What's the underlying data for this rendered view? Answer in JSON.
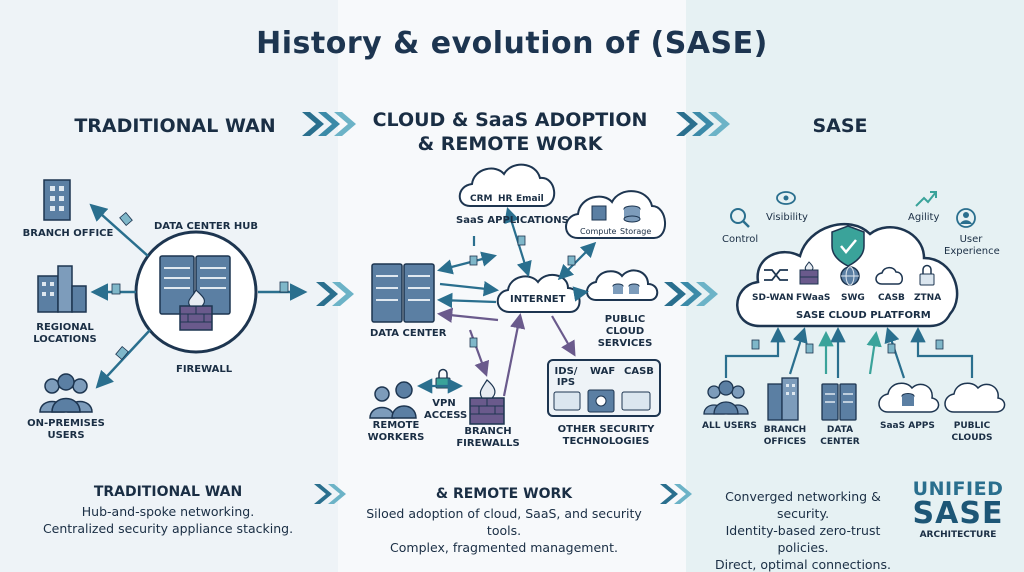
{
  "title": "History & evolution of (SASE)",
  "columns": {
    "left": {
      "title": "TRADITIONAL WAN",
      "hub_label": "DATA CENTER HUB",
      "firewall_label": "FIREWALL",
      "nodes": [
        "BRANCH OFFICE",
        "REGIONAL LOCATIONS",
        "ON-PREMISES USERS"
      ],
      "desc_title": "TRADITIONAL WAN",
      "desc_lines": [
        "Hub-and-spoke networking.",
        "Centralized security appliance stacking."
      ]
    },
    "mid": {
      "title_line1": "CLOUD & SaaS ADOPTION",
      "title_line2": "& REMOTE WORK",
      "saas_apps": [
        "CRM",
        "HR",
        "Email"
      ],
      "saas_label": "SaaS APPLICATIONS",
      "compute_items": [
        "Compute",
        "Storage"
      ],
      "internet_label": "INTERNET",
      "data_center_label": "DATA CENTER",
      "public_cloud_label": "PUBLIC CLOUD SERVICES",
      "remote_workers_label": "REMOTE WORKERS",
      "vpn_label": "VPN ACCESS",
      "branch_firewalls_label": "BRANCH FIREWALLS",
      "security_items": [
        "IDS/ IPS",
        "WAF",
        "CASB"
      ],
      "security_label": "OTHER SECURITY TECHNOLOGIES",
      "desc_title": "& REMOTE WORK",
      "desc_lines": [
        "Siloed adoption of cloud, SaaS, and security tools.",
        "Complex, fragmented management."
      ]
    },
    "right": {
      "title": "SASE",
      "benefits": [
        "Visibility",
        "Agility",
        "Control",
        "User Experience"
      ],
      "services": [
        "SD-WAN",
        "FWaaS",
        "SWG",
        "CASB",
        "ZTNA"
      ],
      "platform_label": "SASE CLOUD PLATFORM",
      "endpoints": [
        "ALL USERS",
        "BRANCH OFFICES",
        "DATA CENTER",
        "SaaS APPS",
        "PUBLIC CLOUDS"
      ],
      "desc_lines": [
        "Converged networking & security.",
        "Identity-based zero-trust policies.",
        "Direct, optimal connections."
      ],
      "badge_line1": "UNIFIED",
      "badge_line2": "SASE",
      "badge_line3": "ARCHITECTURE"
    }
  },
  "colors": {
    "navy": "#1d3550",
    "teal": "#2a6f8e",
    "green": "#3aa39a",
    "purple": "#6a5a8c",
    "icon_blue": "#5b7fa3"
  }
}
